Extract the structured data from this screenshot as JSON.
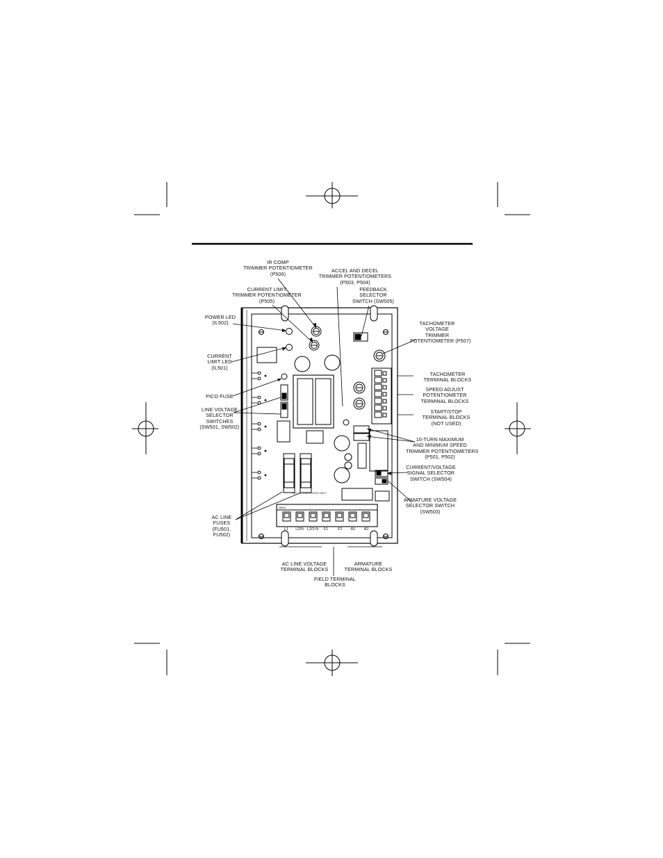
{
  "callouts": {
    "ir_comp": "IR COMP\nTRIMMER POTENTIOMETER\n(P506)",
    "accel_decel": "ACCEL AND DECEL\nTRIMMER POTENTIOMETERS\n(P503, P504)",
    "current_limit_pot": "CURRENT LIMIT\nTRIMMER POTENTIOMETER\n(P505)",
    "feedback_switch": "FEEDBACK\nSELECTOR\nSWITCH (SW505)",
    "power_led": "POWER LED\n(IL502)",
    "tach_pot": "TACHOMETER\nVOLTAGE\nTRIMMER\nPOTENTIOMETER (P507)",
    "current_limit_led": "CURRENT\nLIMIT LED\n(IL501)",
    "tach_blocks": "TACHOMETER\nTERMINAL BLOCKS",
    "pico_fuse": "PICO FUSE",
    "speed_adjust": "SPEED ADJUST\nPOTENTIOMETER\nTERMINAL BLOCKS",
    "line_voltage_switches": "LINE VOLTAGE\nSELECTOR\nSWITCHES\n(SW501, SW502)",
    "start_stop": "START/STOP\nTERMINAL BLOCKS\n(NOT USED)",
    "ten_turn": "10-TURN MAXIMUM\nAND MINIMUM SPEED\nTRIMMER POTENTIOMETERS\n(P501, P502)",
    "signal_selector": "CURRENT/VOLTAGE\nSIGNAL SELECTOR\nSWITCH (SW504)",
    "armature_voltage": "ARMATURE VOLTAGE\nSELECTOR SWITCH\n(SW503)",
    "ac_line_fuses": "AC LINE\nFUSES\n(FU501,\nFU502)",
    "ac_line_voltage_blocks": "AC LINE VOLTAGE\nTERMINAL BLOCKS",
    "armature_blocks": "ARMATURE\nTERMINAL BLOCKS",
    "field_blocks": "FIELD TERMINAL\nBLOCKS"
  },
  "terminals": [
    "L1",
    "L2/N",
    "L2/3 N",
    "F1",
    "F2",
    "A1",
    "A2"
  ],
  "pcb_text": {
    "fuse_note": "NOT ACTIVE FUSES ONLY",
    "tb_label": "TB501"
  }
}
